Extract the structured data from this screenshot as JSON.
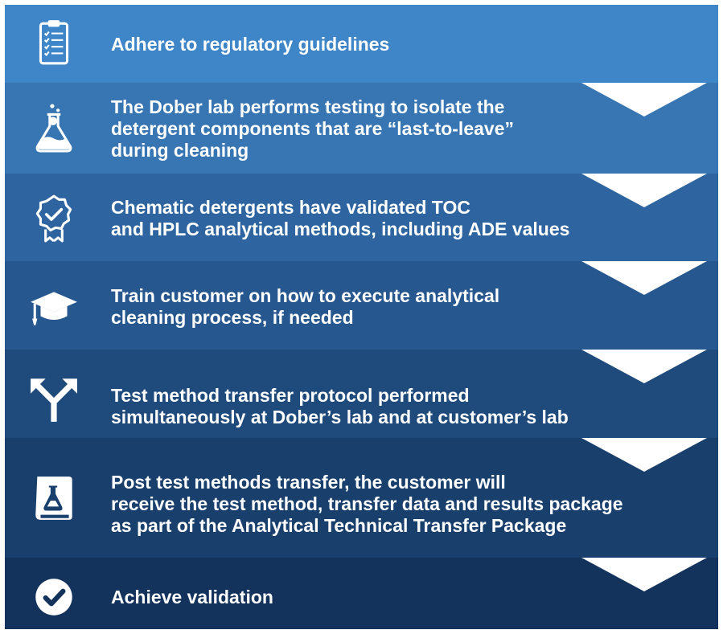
{
  "colors": {
    "step_1": "#3f86c8",
    "step_2": "#3775b3",
    "step_3": "#2e65a0",
    "step_4": "#26578e",
    "step_5": "#1f4a7c",
    "step_6": "#193f6c",
    "step_7": "#13335c",
    "text": "#ffffff"
  },
  "steps": [
    {
      "icon": "clipboard-checklist-icon",
      "text": "Adhere to regulatory guidelines"
    },
    {
      "icon": "lab-flask-icon",
      "text": "The Dober lab performs testing to isolate the\ndetergent components that are “last-to-leave”\nduring cleaning"
    },
    {
      "icon": "award-badge-icon",
      "text": "Chematic detergents have validated TOC\nand HPLC analytical methods, including ADE values"
    },
    {
      "icon": "graduation-cap-icon",
      "text": "Train customer on how to execute analytical\ncleaning process, if needed"
    },
    {
      "icon": "split-arrows-icon",
      "text": "Test method transfer protocol performed\nsimultaneously at Dober’s lab and at customer’s lab"
    },
    {
      "icon": "flask-book-icon",
      "text": "Post test methods transfer, the customer will\nreceive the test method, transfer data and results package\nas part of the Analytical Technical Transfer Package"
    },
    {
      "icon": "check-circle-icon",
      "text": "Achieve validation"
    }
  ]
}
